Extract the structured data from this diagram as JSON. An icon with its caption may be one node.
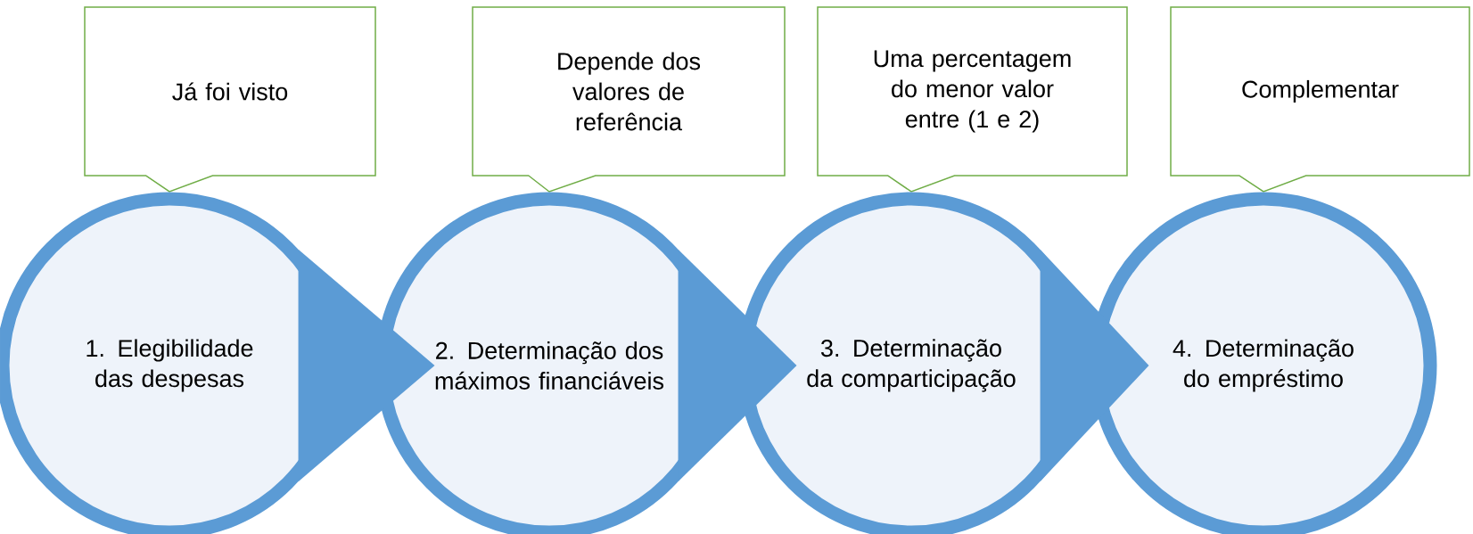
{
  "diagram": {
    "nodes": [
      {
        "text": [
          "Já foi visto"
        ]
      },
      {
        "text": [
          "Depende dos valores de referência"
        ]
      },
      {
        "text": [
          "Uma percentagem do menor valor entre (1 e 2)"
        ]
      },
      {
        "text": [
          "Complementar"
        ]
      },
      {
        "text": [
          "1. Elegibilidade das despesas"
        ]
      },
      {
        "text": [
          "2. Determinação dos máximos financiáveis"
        ]
      },
      {
        "text": [
          "3. Determinação da comparticipação"
        ]
      },
      {
        "text": [
          "4. Determinação do empréstimo"
        ]
      }
    ],
    "edges": [
      {
        "from": 4,
        "to": 5,
        "arrow": "to"
      },
      {
        "from": 5,
        "to": 6,
        "arrow": "to"
      },
      {
        "from": 6,
        "to": 7,
        "arrow": "to"
      }
    ]
  }
}
